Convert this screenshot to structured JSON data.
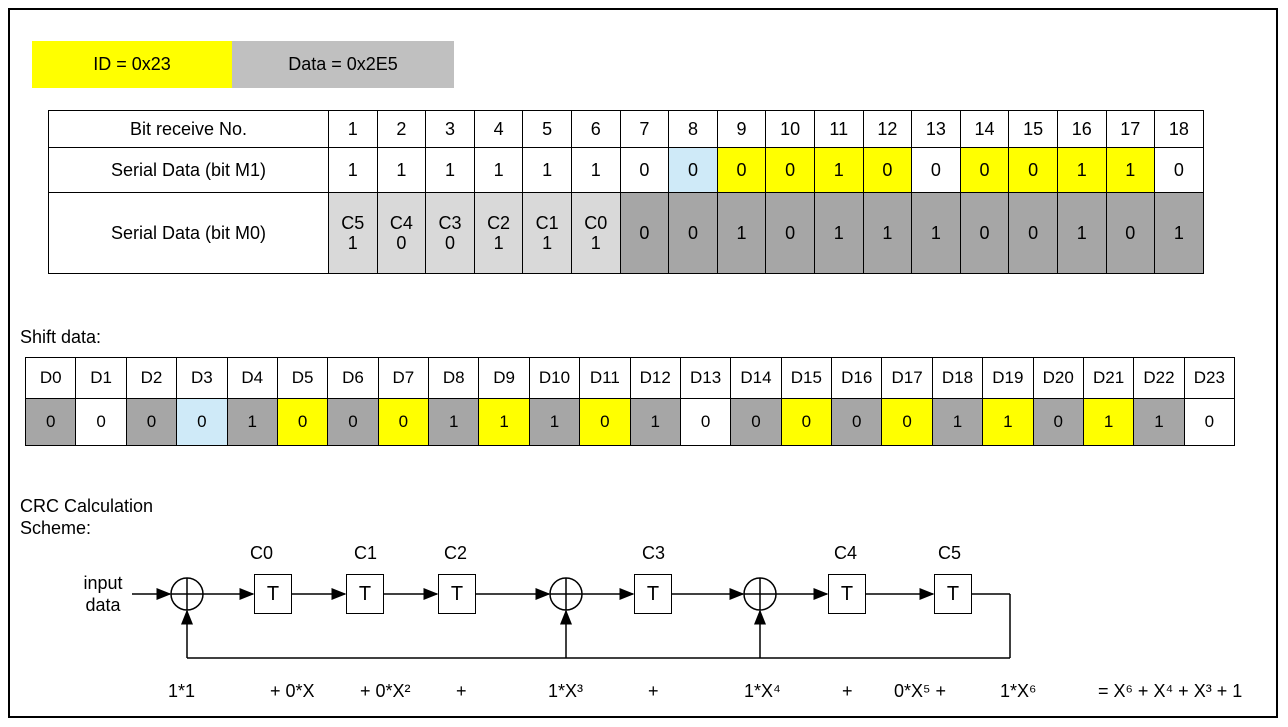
{
  "header": {
    "id_label": "ID = 0x23",
    "data_label": "Data = 0x2E5",
    "id_color": "#ffff00",
    "data_color": "#c0c0c0"
  },
  "receive_table": {
    "row_headers": [
      "Bit receive No.",
      "Serial Data (bit M1)",
      "Serial Data (bit M0)"
    ],
    "bit_numbers": [
      "1",
      "2",
      "3",
      "4",
      "5",
      "6",
      "7",
      "8",
      "9",
      "10",
      "11",
      "12",
      "13",
      "14",
      "15",
      "16",
      "17",
      "18"
    ],
    "m1": [
      {
        "v": "1",
        "c": ""
      },
      {
        "v": "1",
        "c": ""
      },
      {
        "v": "1",
        "c": ""
      },
      {
        "v": "1",
        "c": ""
      },
      {
        "v": "1",
        "c": ""
      },
      {
        "v": "1",
        "c": ""
      },
      {
        "v": "0",
        "c": ""
      },
      {
        "v": "0",
        "c": "b"
      },
      {
        "v": "0",
        "c": "y"
      },
      {
        "v": "0",
        "c": "y"
      },
      {
        "v": "1",
        "c": "y"
      },
      {
        "v": "0",
        "c": "y"
      },
      {
        "v": "0",
        "c": ""
      },
      {
        "v": "0",
        "c": "y"
      },
      {
        "v": "0",
        "c": "y"
      },
      {
        "v": "1",
        "c": "y"
      },
      {
        "v": "1",
        "c": "y"
      },
      {
        "v": "0",
        "c": ""
      }
    ],
    "m0": [
      {
        "v": "C5\n1",
        "c": "g"
      },
      {
        "v": "C4\n0",
        "c": "g"
      },
      {
        "v": "C3\n0",
        "c": "g"
      },
      {
        "v": "C2\n1",
        "c": "g"
      },
      {
        "v": "C1\n1",
        "c": "g"
      },
      {
        "v": "C0\n1",
        "c": "g"
      },
      {
        "v": "0",
        "c": "d"
      },
      {
        "v": "0",
        "c": "d"
      },
      {
        "v": "1",
        "c": "d"
      },
      {
        "v": "0",
        "c": "d"
      },
      {
        "v": "1",
        "c": "d"
      },
      {
        "v": "1",
        "c": "d"
      },
      {
        "v": "1",
        "c": "d"
      },
      {
        "v": "0",
        "c": "d"
      },
      {
        "v": "0",
        "c": "d"
      },
      {
        "v": "1",
        "c": "d"
      },
      {
        "v": "0",
        "c": "d"
      },
      {
        "v": "1",
        "c": "d"
      }
    ]
  },
  "shift": {
    "title": "Shift data:",
    "headers": [
      "D0",
      "D1",
      "D2",
      "D3",
      "D4",
      "D5",
      "D6",
      "D7",
      "D8",
      "D9",
      "D10",
      "D11",
      "D12",
      "D13",
      "D14",
      "D15",
      "D16",
      "D17",
      "D18",
      "D19",
      "D20",
      "D21",
      "D22",
      "D23"
    ],
    "values": [
      {
        "v": "0",
        "c": "d"
      },
      {
        "v": "0",
        "c": ""
      },
      {
        "v": "0",
        "c": "d"
      },
      {
        "v": "0",
        "c": "b"
      },
      {
        "v": "1",
        "c": "d"
      },
      {
        "v": "0",
        "c": "y"
      },
      {
        "v": "0",
        "c": "d"
      },
      {
        "v": "0",
        "c": "y"
      },
      {
        "v": "1",
        "c": "d"
      },
      {
        "v": "1",
        "c": "y"
      },
      {
        "v": "1",
        "c": "d"
      },
      {
        "v": "0",
        "c": "y"
      },
      {
        "v": "1",
        "c": "d"
      },
      {
        "v": "0",
        "c": ""
      },
      {
        "v": "0",
        "c": "d"
      },
      {
        "v": "0",
        "c": "y"
      },
      {
        "v": "0",
        "c": "d"
      },
      {
        "v": "0",
        "c": "y"
      },
      {
        "v": "1",
        "c": "d"
      },
      {
        "v": "1",
        "c": "y"
      },
      {
        "v": "0",
        "c": "d"
      },
      {
        "v": "1",
        "c": "y"
      },
      {
        "v": "1",
        "c": "d"
      },
      {
        "v": "0",
        "c": ""
      }
    ]
  },
  "crc": {
    "title_line1": "CRC Calculation",
    "title_line2": "Scheme:",
    "input_line1": "input",
    "input_line2": "data",
    "register_symbol": "T",
    "registers": [
      "C0",
      "C1",
      "C2",
      "C3",
      "C4",
      "C5"
    ],
    "terms": [
      "1*1",
      "+ 0*X",
      "+ 0*X²",
      "+",
      "1*X³",
      "+",
      "1*X⁴",
      "+",
      "0*X⁵ +",
      "1*X⁶",
      "= X⁶ + X⁴ + X³ + 1"
    ]
  }
}
